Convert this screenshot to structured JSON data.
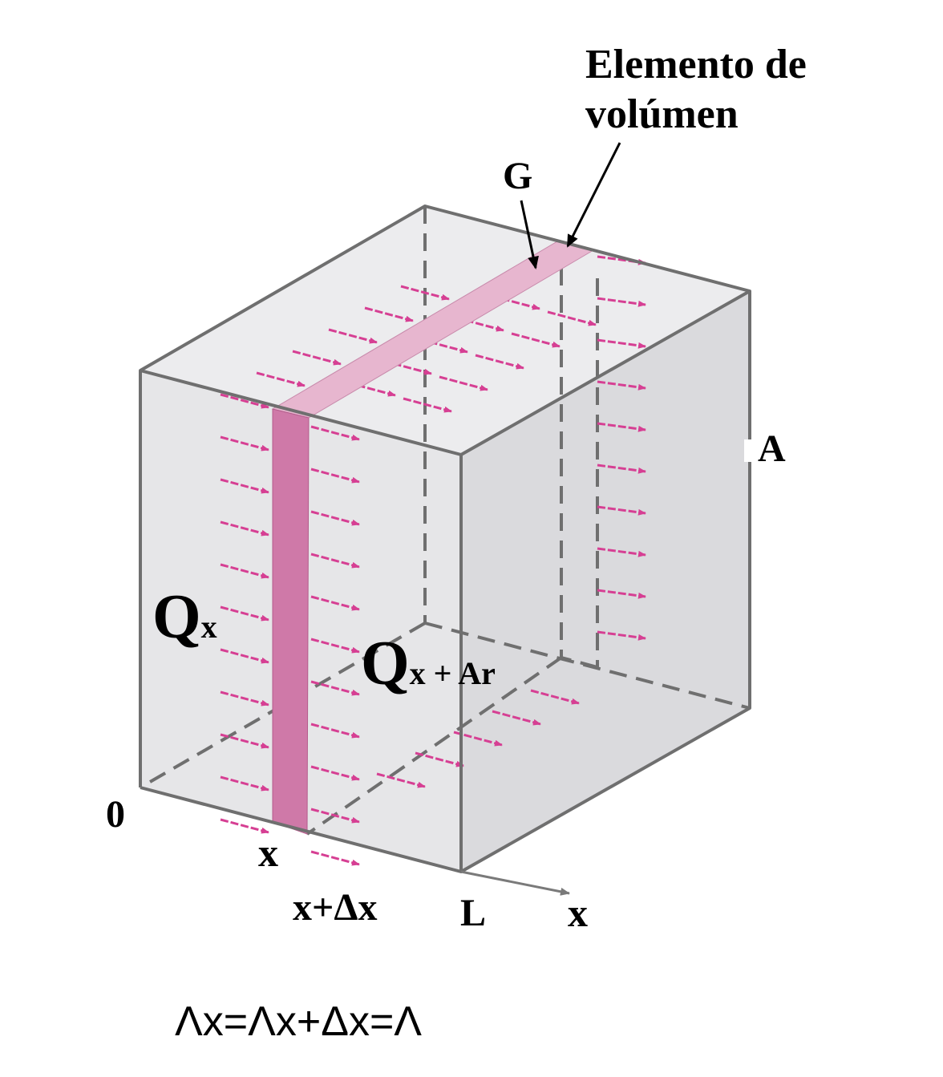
{
  "labels": {
    "element_line1": "Elemento de",
    "element_line2": "volúmen",
    "g": "G",
    "a": "A",
    "q_left_main": "Q",
    "q_left_sub": "x",
    "q_right_main": "Q",
    "q_right_sub": "x + Ar",
    "origin": "0",
    "x_pos": "x",
    "x_dx": "x+Δx",
    "l": "L",
    "x_axis": "x"
  },
  "equation": "Λx=Λx+Δx=Λ",
  "colors": {
    "box_face": "#e6e6e8",
    "box_side": "#dadadd",
    "box_edge": "#6f6f6f",
    "arrow": "#d63f93",
    "element_front": "#cf79a8",
    "element_top": "#e7b6cf"
  }
}
